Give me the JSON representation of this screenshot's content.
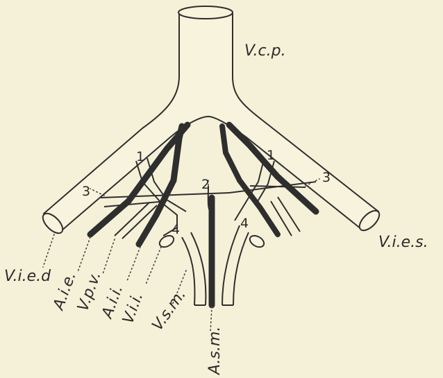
{
  "labels": {
    "vcp": "V.c.p.",
    "vied": "V.i.e.d",
    "vies": "V.i.e.s.",
    "aie": "A.i.e.",
    "vpv": "V.p.v.",
    "aii": "A.i.i.",
    "vii": "V.i.i.",
    "vsm": "V.s.m.",
    "asm": "A.s.m.",
    "n1a": "1",
    "n1b": "1",
    "n2": "2",
    "n3a": "3",
    "n3b": "3",
    "n4a": "4",
    "n4b": "4"
  }
}
